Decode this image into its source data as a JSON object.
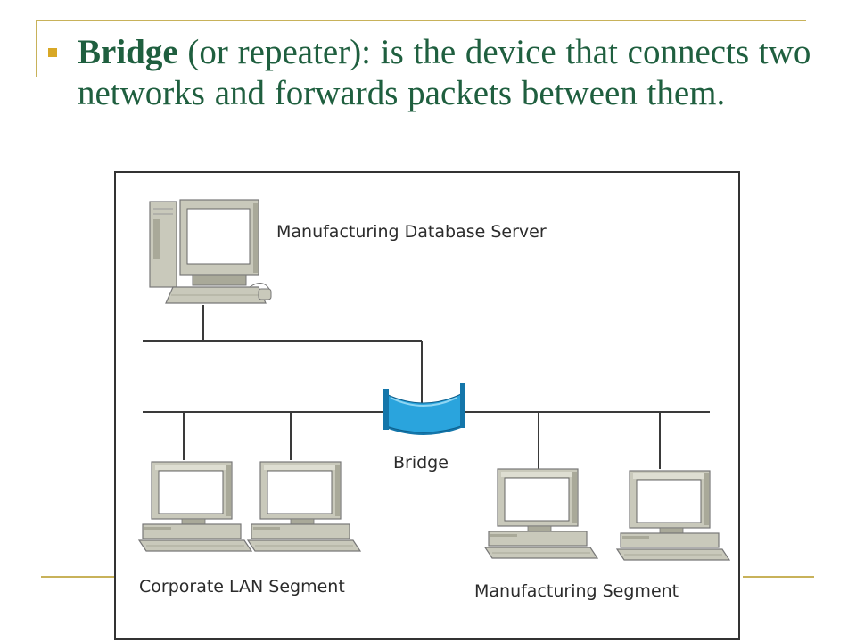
{
  "slide": {
    "bullet_term": "Bridge",
    "bullet_rest": " (or repeater): is the device that connects two networks and forwards packets between them."
  },
  "diagram": {
    "labels": {
      "server": "Manufacturing Database Server",
      "bridge": "Bridge",
      "corporate": "Corporate LAN Segment",
      "manufacturing": "Manufacturing Segment"
    },
    "colors": {
      "computer_body": "#c9c9bb",
      "computer_shade": "#a9a999",
      "screen_bg": "#ffffff",
      "bridge_blue": "#2aa4dd",
      "bridge_dark": "#1476aa",
      "network_line": "#3a3a3a"
    },
    "icons": [
      "server-computer-icon",
      "bridge-icon",
      "workstation-icon"
    ]
  }
}
